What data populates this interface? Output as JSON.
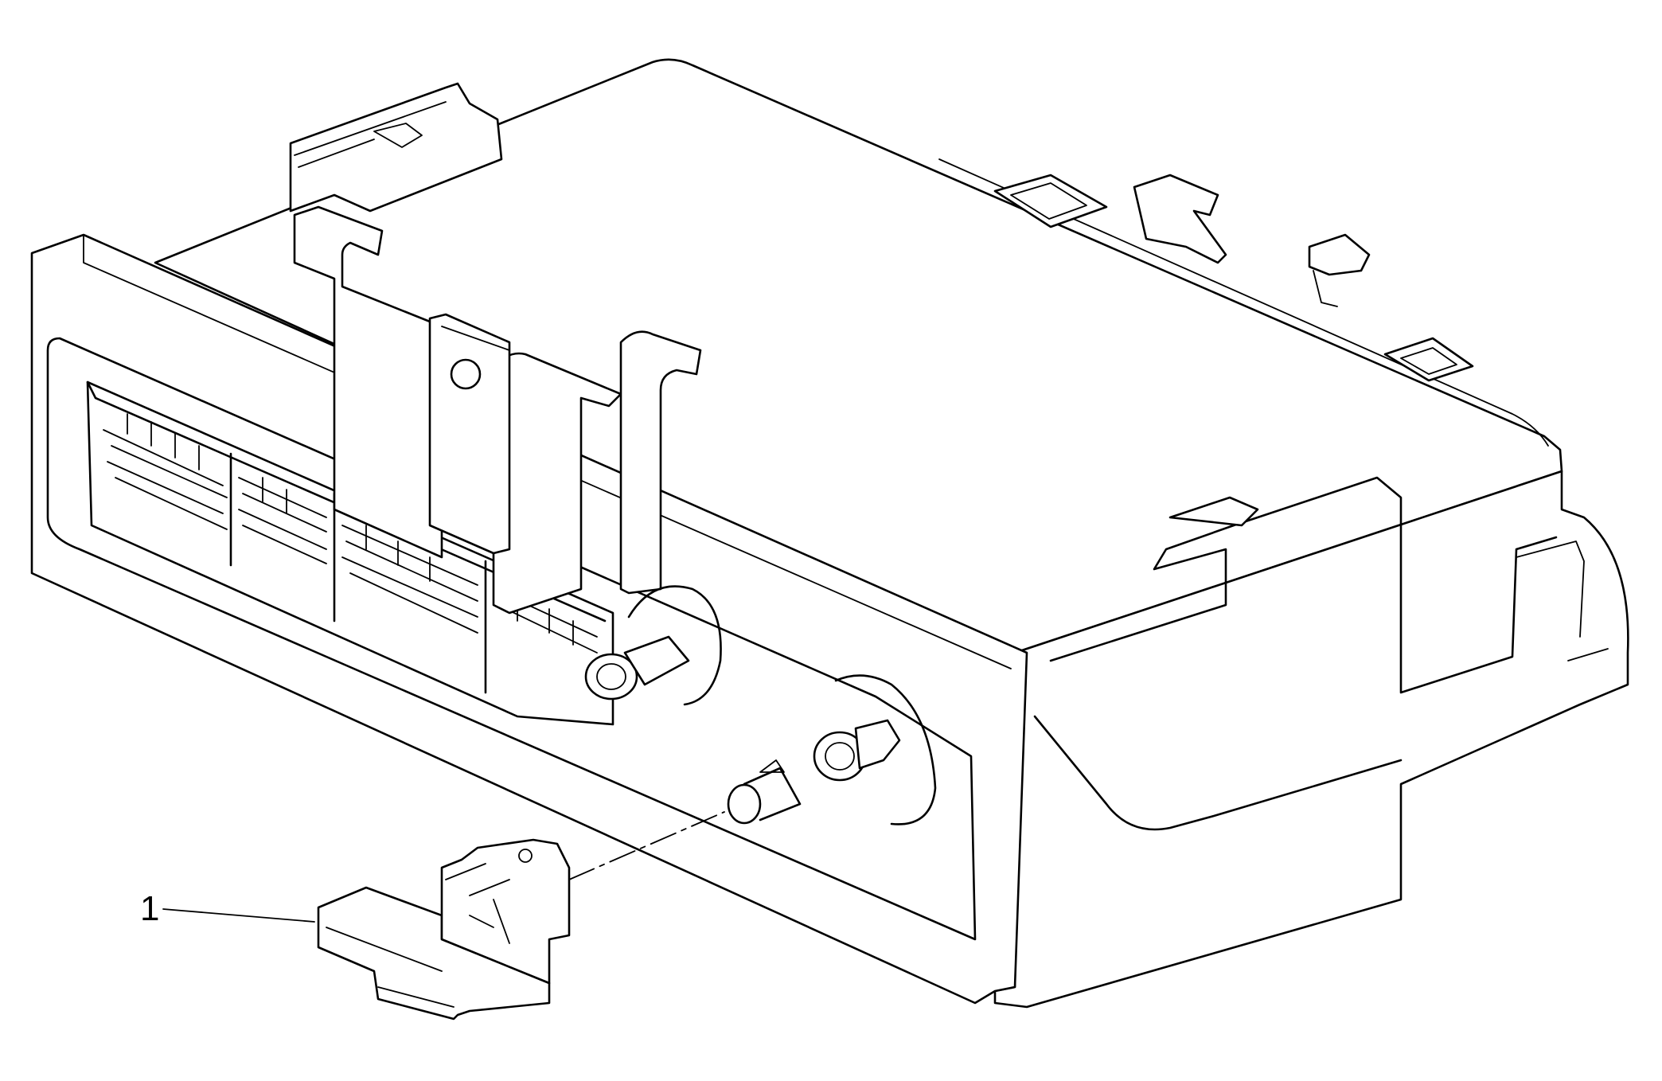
{
  "diagram": {
    "type": "exploded-view illustration",
    "callouts": [
      {
        "label": "1",
        "target": "connector"
      }
    ],
    "colors": {
      "line": "#000000",
      "background": "#ffffff"
    }
  }
}
